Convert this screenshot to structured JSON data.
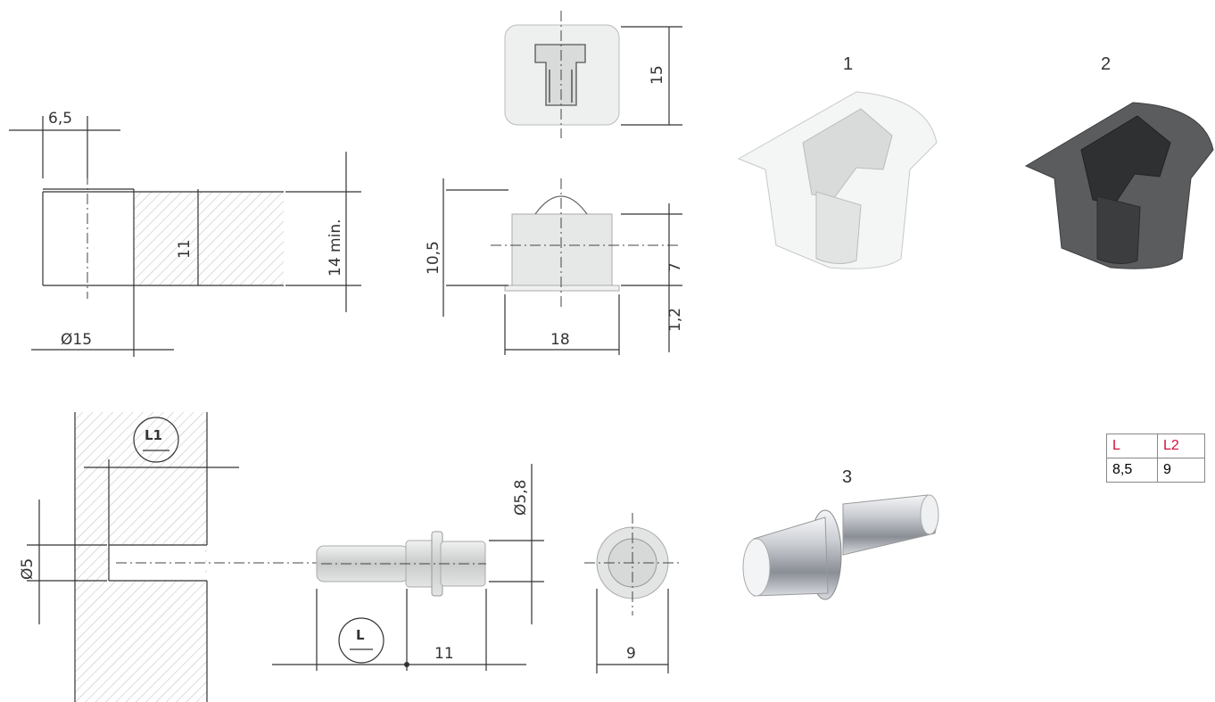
{
  "dimensions": {
    "d_6_5": "6,5",
    "d_11_drill": "11",
    "d_14min": "14 min.",
    "d_dia15": "Ø15",
    "d_15": "15",
    "d_10_5": "10,5",
    "d_7": "7",
    "d_1_2": "1,2",
    "d_18": "18",
    "d_L1": "L1",
    "d_dia5": "Ø5",
    "d_dia5_8": "Ø5,8",
    "d_L": "L",
    "d_11_pin": "11",
    "d_9": "9"
  },
  "labels": {
    "n1": "1",
    "n2": "2",
    "n3": "3"
  },
  "table": {
    "headers": [
      "L",
      "L2"
    ],
    "rows": [
      [
        "8,5",
        "9"
      ]
    ]
  },
  "colors": {
    "header_text": "#d0103a",
    "white_part": "#f2f3f3",
    "grey_part": "#5a5c5e"
  }
}
